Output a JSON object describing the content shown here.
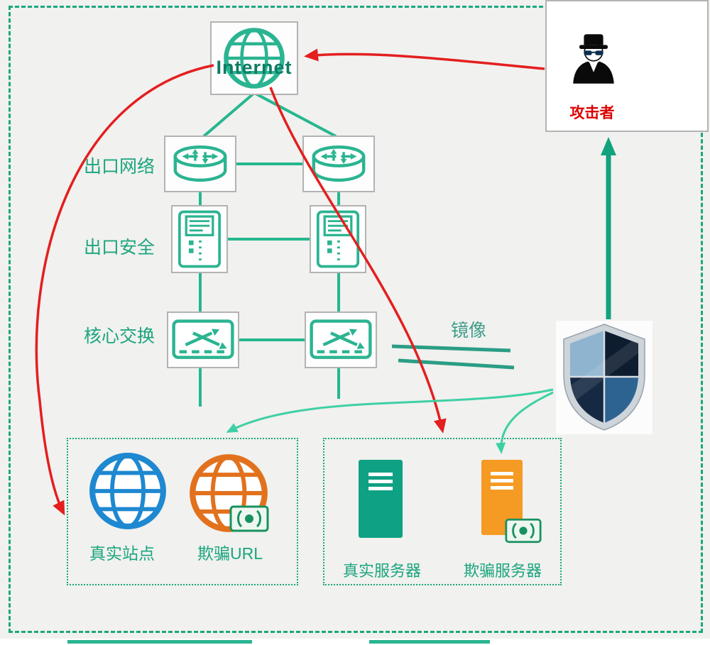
{
  "nodes": {
    "internet": {
      "label": "Internet",
      "icon": "globe-icon"
    },
    "attacker": {
      "label": "攻击者",
      "icon": "spy-icon"
    },
    "shield": {
      "icon": "shield-icon"
    },
    "mirror": {
      "label": "镜像"
    }
  },
  "layers": [
    {
      "id": "exit-network",
      "label": "出口网络",
      "icon": "router-icon",
      "device_count": 2
    },
    {
      "id": "exit-security",
      "label": "出口安全",
      "icon": "firewall-icon",
      "device_count": 2
    },
    {
      "id": "core-switch",
      "label": "核心交换",
      "icon": "switch-icon",
      "device_count": 2
    }
  ],
  "site_group": {
    "items": [
      {
        "label": "真实站点",
        "icon": "globe-icon-blue"
      },
      {
        "label": "欺骗URL",
        "icon": "globe-icon-orange",
        "badge": "money-icon"
      }
    ]
  },
  "server_group": {
    "items": [
      {
        "label": "真实服务器",
        "icon": "server-icon-teal"
      },
      {
        "label": "欺骗服务器",
        "icon": "server-icon-orange",
        "badge": "money-icon"
      }
    ]
  },
  "colors": {
    "background": "#f1f1ef",
    "border_dashed": "#1aa87c",
    "teal_text": "#1ba57e",
    "teal_line": "#26b78e",
    "attack_red": "#e31f1f",
    "deception_arrow": "#3ed0a4",
    "mirror_arrow": "#12a37c",
    "blue_globe": "#1e88d0",
    "orange_globe": "#e2711d",
    "server_teal": "#0fa184",
    "server_orange": "#f59a23",
    "attacker_red_text": "#dd0000"
  }
}
